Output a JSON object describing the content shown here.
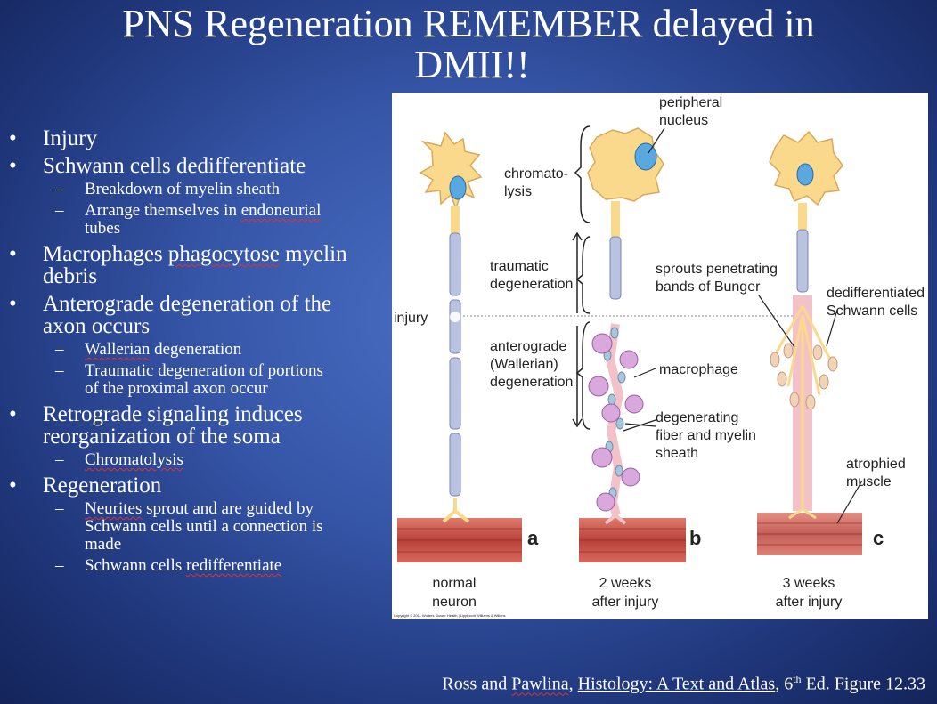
{
  "slide": {
    "title_line1": "PNS Regeneration REMEMBER delayed in",
    "title_line2": "DMII!!"
  },
  "bullets": [
    {
      "text": "Injury",
      "subs": []
    },
    {
      "text": "Schwann cells dedifferentiate",
      "subs": [
        "Breakdown of myelin sheath",
        "Arrange themselves in endoneurial tubes"
      ]
    },
    {
      "text": "Macrophages phagocytose myelin debris",
      "subs": []
    },
    {
      "text": "Anterograde degeneration of the axon occurs",
      "subs": [
        "Wallerian degeneration",
        "Traumatic degeneration of portions of the proximal axon occur"
      ]
    },
    {
      "text": "Retrograde signaling induces reorganization of the soma",
      "subs": [
        "Chromatolysis"
      ]
    },
    {
      "text": "Regeneration",
      "subs": [
        "Neurites sprout and are guided by Schwann cells until a connection is made",
        "Schwann cells redifferentiate"
      ]
    }
  ],
  "text": {
    "b1": "Injury",
    "b2": "Schwann cells dedifferentiate",
    "b2s1": "Breakdown of myelin sheath",
    "b2s2a": "Arrange themselves in ",
    "b2s2b": "endoneurial",
    "b2s2c": "tubes",
    "b3a": "Macrophages ",
    "b3b": "phagocytose",
    "b3c": " myelin",
    "b3d": "debris",
    "b4a": "Anterograde degeneration of the",
    "b4b": "axon occurs",
    "b4s1a": "Wallerian",
    "b4s1b": " degeneration",
    "b4s2a": "Traumatic degeneration of portions",
    "b4s2b": "of the proximal axon occur",
    "b5a": "Retrograde signaling induces",
    "b5b": "reorganization of the soma",
    "b5s1": "Chromatolysis",
    "b6": "Regeneration",
    "b6s1a": "Neurites",
    "b6s1b": " sprout and are guided by",
    "b6s1c": "Schwann cells until a connection is",
    "b6s1d": "made",
    "b6s2a": "Schwann cells ",
    "b6s2b": "redifferentiate"
  },
  "figure": {
    "labels": {
      "peripheral_nucleus_1": "peripheral",
      "peripheral_nucleus_2": "nucleus",
      "chromatolysis_1": "chromato-",
      "chromatolysis_2": "lysis",
      "traumatic_1": "traumatic",
      "traumatic_2": "degeneration",
      "sprouts_1": "sprouts penetrating",
      "sprouts_2": "bands of Bunger",
      "dedifferentiated_1": "dedifferentiated",
      "dedifferentiated_2": "Schwann cells",
      "injury": "injury",
      "anterograde_1": "anterograde",
      "anterograde_2": "(Wallerian)",
      "anterograde_3": "degeneration",
      "macrophage": "macrophage",
      "degenerating_1": "degenerating",
      "degenerating_2": "fiber and myelin",
      "degenerating_3": "sheath",
      "atrophied_1": "atrophied",
      "atrophied_2": "muscle",
      "panel_a": "a",
      "panel_b": "b",
      "panel_c": "c",
      "cap_a_1": "normal",
      "cap_a_2": "neuron",
      "cap_b_1": "2 weeks",
      "cap_b_2": "after injury",
      "cap_c_1": "3 weeks",
      "cap_c_2": "after injury",
      "copyright": "Copyright © 2011 Wolters Kluwer Health | Lippincott Williams & Wilkins"
    },
    "colors": {
      "soma": "#fbd98c",
      "nucleus": "#5aa8e0",
      "myelin": "#b9c3e0",
      "muscle": "#c0473f",
      "macrophage": "#d9a8dc"
    }
  },
  "citation": {
    "authors_a": "Ross and ",
    "authors_b": "Pawlina",
    "sep": ", ",
    "book": "Histology: A Text and Atlas",
    "ed_a": ", 6",
    "ed_sup": "th",
    "ed_b": " Ed. Figure 12.33"
  }
}
